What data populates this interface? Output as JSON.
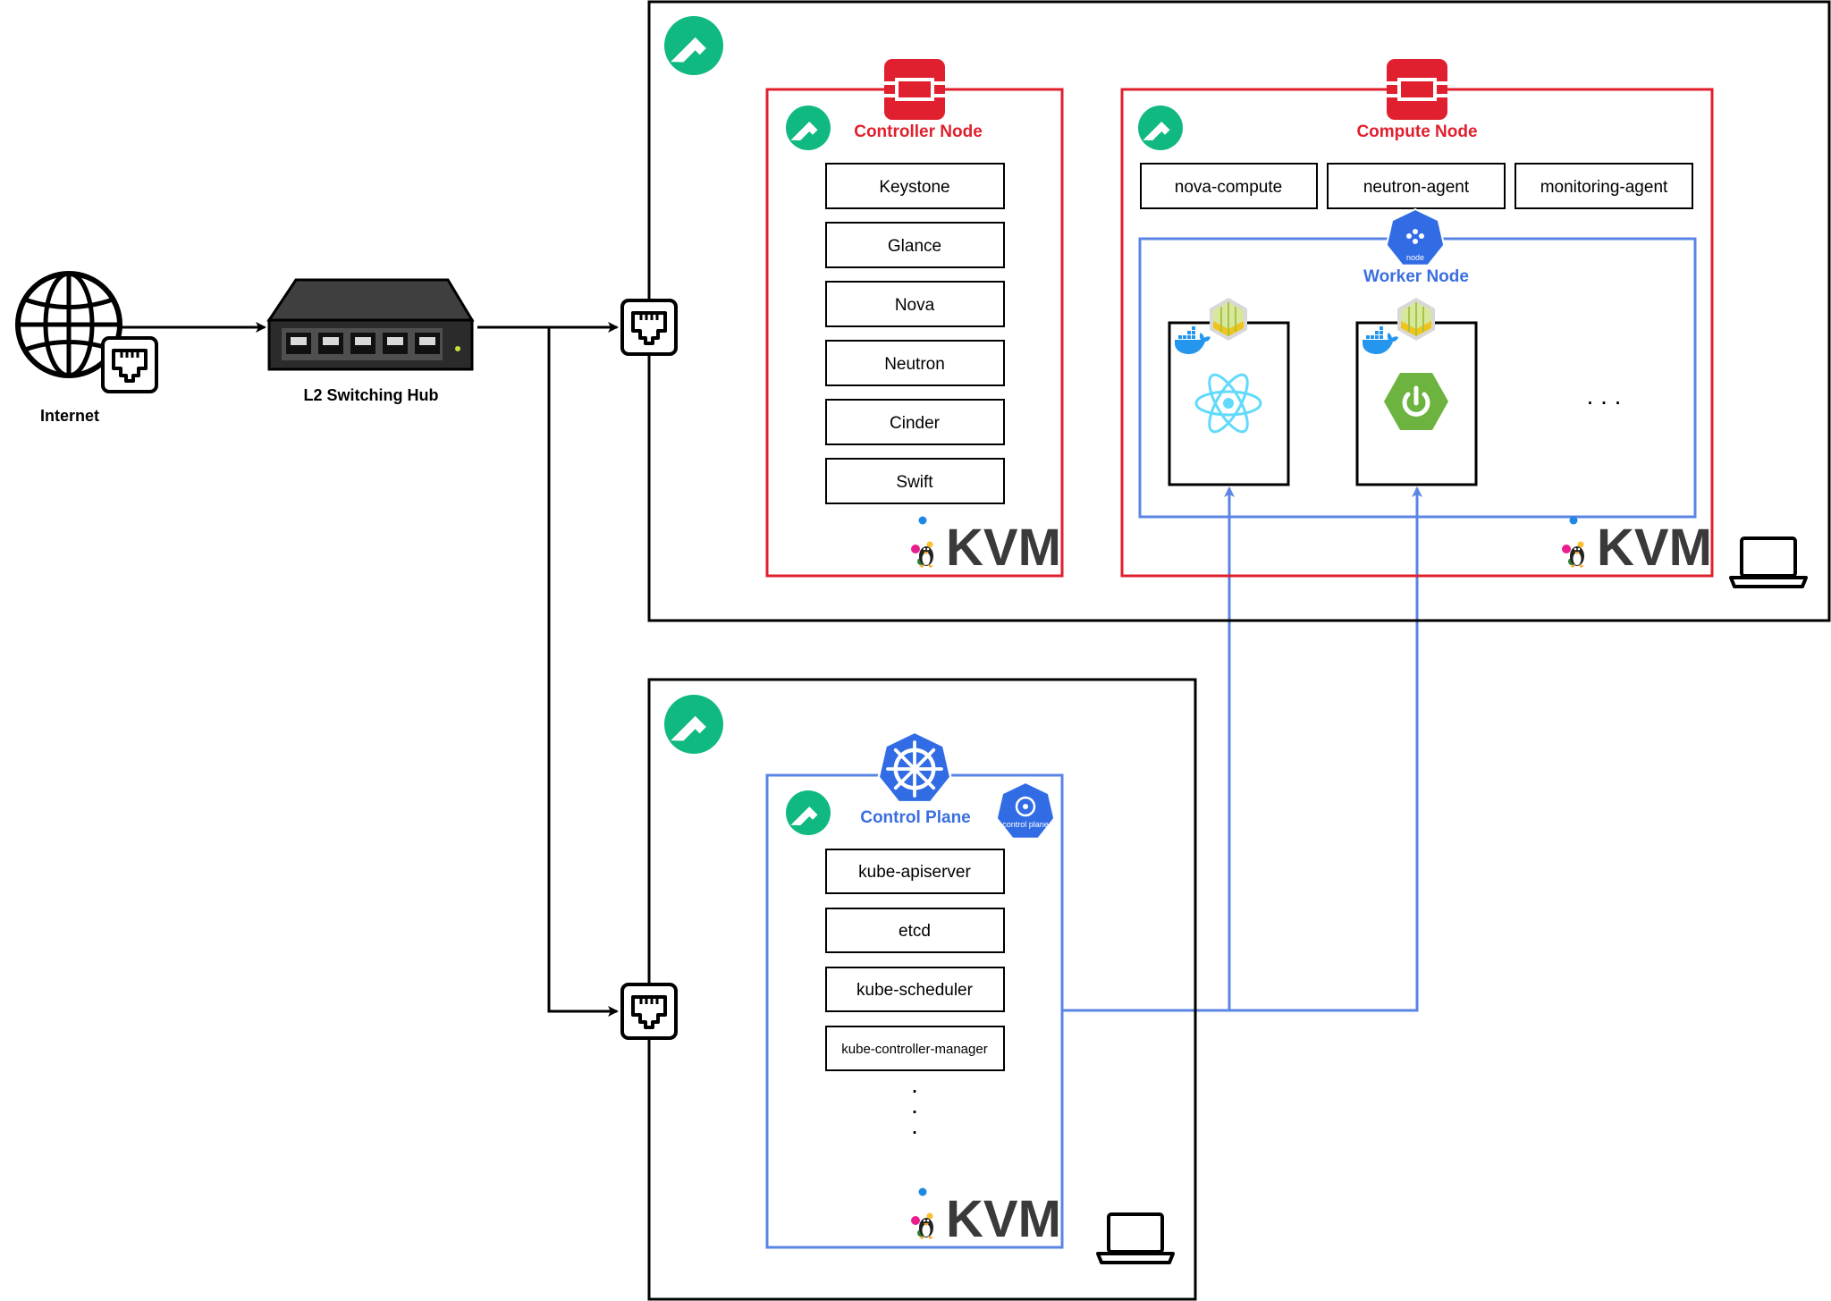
{
  "colors": {
    "openstack_red": "#e0202e",
    "kubernetes_blue": "#326ce5",
    "connector_blue": "#5b85e4",
    "rocky_green": "#10b981",
    "black": "#000000"
  },
  "internet": {
    "label": "Internet",
    "icon": "globe-icon"
  },
  "switch": {
    "label": "L2 Switching Hub",
    "icon": "network-switch-icon"
  },
  "host1": {
    "icon": "rocky-linux-logo",
    "device_icon": "laptop-icon",
    "controller_node": {
      "title": "Controller Node",
      "icon": "openstack-logo",
      "services": [
        "Keystone",
        "Glance",
        "Nova",
        "Neutron",
        "Cinder",
        "Swift"
      ],
      "hypervisor": "KVM"
    },
    "compute_node": {
      "title": "Compute Node",
      "icon": "openstack-logo",
      "agents": [
        "nova-compute",
        "neutron-agent",
        "monitoring-agent"
      ],
      "hypervisor": "KVM",
      "worker_node": {
        "title": "Worker Node",
        "badge": "node",
        "containers": [
          {
            "app_icon": "react-icon",
            "runtime_icon": "docker-icon",
            "pod_icon": "pod-icon"
          },
          {
            "app_icon": "spring-boot-icon",
            "runtime_icon": "docker-icon",
            "pod_icon": "pod-icon"
          }
        ],
        "more": ". . ."
      }
    }
  },
  "host2": {
    "icon": "rocky-linux-logo",
    "device_icon": "laptop-icon",
    "control_plane": {
      "title": "Control Plane",
      "icon": "kubernetes-logo",
      "badge": "control plane",
      "components": [
        "kube-apiserver",
        "etcd",
        "kube-scheduler",
        "kube-controller-manager"
      ],
      "more": [
        ".",
        ".",
        "."
      ],
      "hypervisor": "KVM"
    }
  }
}
